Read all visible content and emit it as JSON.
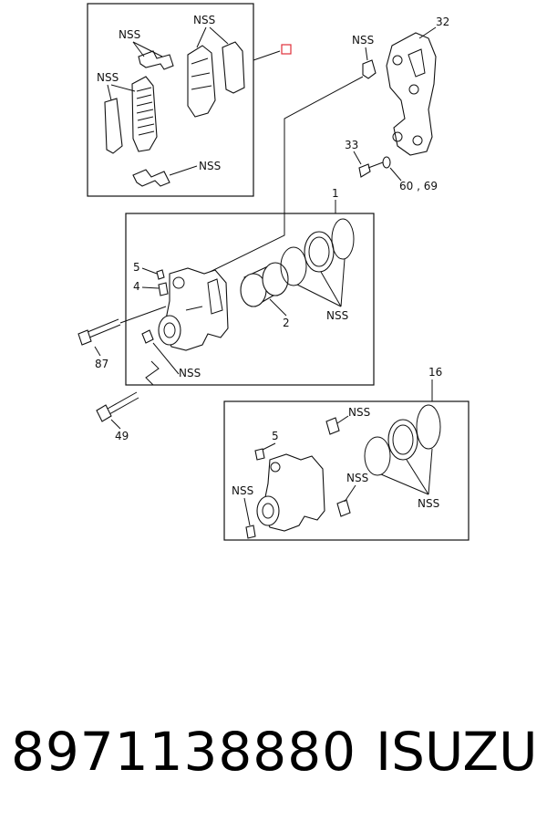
{
  "labels": {
    "nss": "NSS",
    "p1": "1",
    "p2": "2",
    "p4": "4",
    "p5": "5",
    "p16": "16",
    "p32": "32",
    "p33": "33",
    "p49": "49",
    "p60_69": "60 , 69",
    "p87": "87"
  },
  "footer": {
    "part_number": "8971138880",
    "brand": "ISUZU"
  },
  "colors": {
    "line": "#111111",
    "marker": "#e0303a"
  }
}
